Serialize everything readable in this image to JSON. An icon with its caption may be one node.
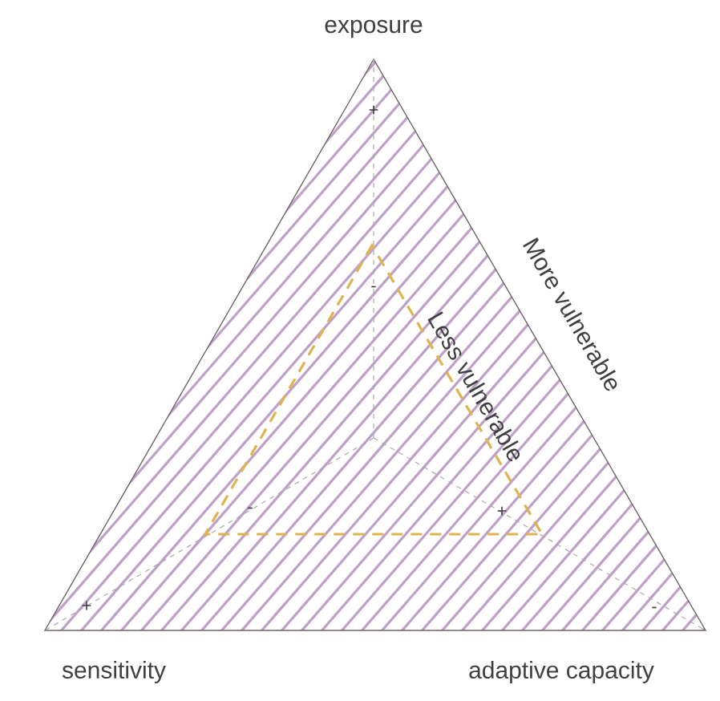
{
  "diagram": {
    "labels": [
      "exposure",
      "+",
      "-",
      "More vulnerable",
      "Less vulnerable",
      "-",
      "+",
      "+",
      "-",
      "sensitivity",
      "adaptive capacity"
    ]
  }
}
